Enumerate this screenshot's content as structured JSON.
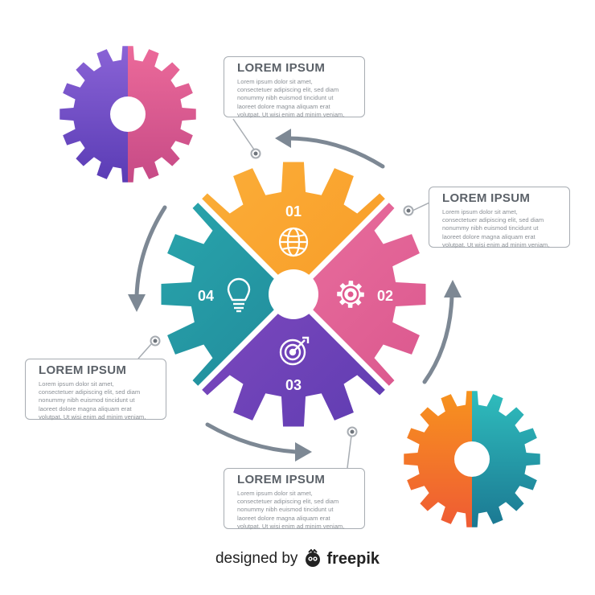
{
  "segments": [
    {
      "number": "01",
      "icon": "globe-icon",
      "color_from": "#fbb03b",
      "color_to": "#f7931e"
    },
    {
      "number": "02",
      "icon": "gear-icon",
      "color_from": "#f06c9b",
      "color_to": "#d9558c"
    },
    {
      "number": "03",
      "icon": "target-icon",
      "color_from": "#8e4fc4",
      "color_to": "#5b3bb0"
    },
    {
      "number": "04",
      "icon": "lightbulb-icon",
      "color_from": "#2aa8ae",
      "color_to": "#1c7d92"
    }
  ],
  "cards": [
    {
      "title": "LOREM IPSUM",
      "lines": [
        "Lorem ipsum dolor sit amet,",
        "consectetuer adipiscing elit, sed diam",
        "nonummy nibh euismod tincidunt ut",
        "laoreet dolore magna aliquam erat",
        "volutpat. Ut wisi enim ad minim veniam,"
      ]
    },
    {
      "title": "LOREM IPSUM",
      "lines": [
        "Lorem ipsum dolor sit amet,",
        "consectetuer adipiscing elit, sed diam",
        "nonummy nibh euismod tincidunt ut",
        "laoreet dolore magna aliquam erat",
        "volutpat. Ut wisi enim ad minim veniam,"
      ]
    },
    {
      "title": "LOREM IPSUM",
      "lines": [
        "Lorem ipsum dolor sit amet,",
        "consectetuer adipiscing elit, sed diam",
        "nonummy nibh euismod tincidunt ut",
        "laoreet dolore magna aliquam erat",
        "volutpat. Ut wisi enim ad minim veniam,"
      ]
    },
    {
      "title": "LOREM IPSUM",
      "lines": [
        "Lorem ipsum dolor sit amet,",
        "consectetuer adipiscing elit, sed diam",
        "nonummy nibh euismod tincidunt ut",
        "laoreet dolore magna aliquam erat",
        "volutpat. Ut wisi enim ad minim veniam,"
      ]
    }
  ],
  "decor_gears": [
    {
      "left_color": "#7b55c9",
      "right_color": "#e0568a"
    },
    {
      "left_color": "#f57c2a",
      "right_color": "#2aa8ae"
    }
  ],
  "colors": {
    "arrow": "#7d8894",
    "connector": "#a7acb2"
  },
  "credit": {
    "lead": "designed by",
    "brand": "freepik"
  }
}
